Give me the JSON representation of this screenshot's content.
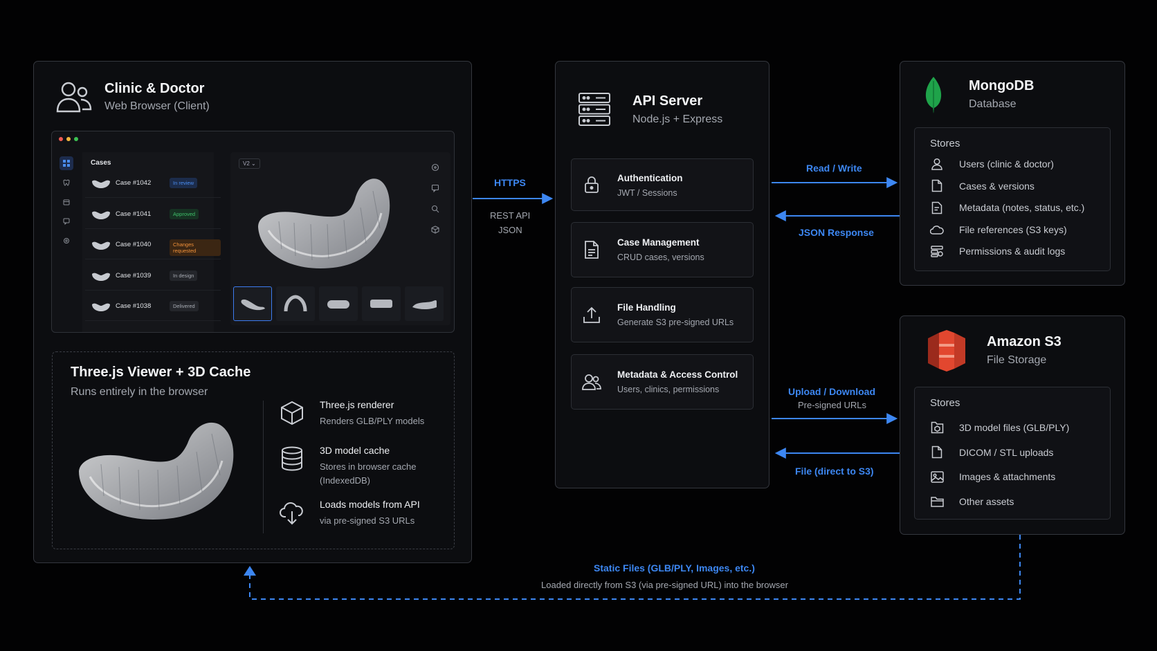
{
  "client": {
    "title": "Clinic & Doctor",
    "subtitle": "Web Browser (Client)",
    "app": {
      "cases_header": "Cases",
      "version": "V2 ⌄",
      "cases": [
        {
          "name": "Case #1042",
          "status": "In review",
          "color": "#4a8df0",
          "bg": "#1c2c4b"
        },
        {
          "name": "Case #1041",
          "status": "Approved",
          "color": "#3fbf6a",
          "bg": "#163222"
        },
        {
          "name": "Case #1040",
          "status": "Changes requested",
          "color": "#f0913a",
          "bg": "#3b2613"
        },
        {
          "name": "Case #1039",
          "status": "In design",
          "color": "#a8acb4",
          "bg": "#24262b"
        },
        {
          "name": "Case #1038",
          "status": "Delivered",
          "color": "#a8acb4",
          "bg": "#24262b"
        }
      ]
    },
    "viewer": {
      "title": "Three.js Viewer + 3D Cache",
      "subtitle": "Runs entirely in the browser",
      "features": [
        {
          "title": "Three.js renderer",
          "desc": "Renders GLB/PLY models",
          "icon": "cube-icon"
        },
        {
          "title": "3D model cache",
          "desc": "Stores in browser cache (IndexedDB)",
          "icon": "database-icon"
        },
        {
          "title": "Loads models from API",
          "desc": "via pre-signed S3 URLs",
          "icon": "cloud-download-icon"
        }
      ]
    }
  },
  "api": {
    "title": "API Server",
    "subtitle": "Node.js + Express",
    "services": [
      {
        "title": "Authentication",
        "desc": "JWT / Sessions",
        "icon": "lock-icon"
      },
      {
        "title": "Case Management",
        "desc": "CRUD cases, versions",
        "icon": "document-icon"
      },
      {
        "title": "File Handling",
        "desc": "Generate S3 pre-signed URLs",
        "icon": "upload-icon"
      },
      {
        "title": "Metadata & Access Control",
        "desc": "Users, clinics, permissions",
        "icon": "users-icon"
      }
    ]
  },
  "mongodb": {
    "title": "MongoDB",
    "subtitle": "Database",
    "stores_label": "Stores",
    "items": [
      "Users (clinic & doctor)",
      "Cases & versions",
      "Metadata (notes, status, etc.)",
      "File references (S3 keys)",
      "Permissions & audit logs"
    ],
    "brand_color": "#1fa34a"
  },
  "s3": {
    "title": "Amazon S3",
    "subtitle": "File Storage",
    "stores_label": "Stores",
    "items": [
      "3D model files (GLB/PLY)",
      "DICOM / STL uploads",
      "Images & attachments",
      "Other assets"
    ],
    "brand_color": "#e2472f"
  },
  "connections": {
    "https": "HTTPS",
    "rest": "REST API",
    "json": "JSON",
    "read_write": "Read / Write",
    "json_response": "JSON Response",
    "upload_download": "Upload / Download",
    "presigned": "Pre-signed URLs",
    "file_direct": "File (direct to S3)",
    "static_files": "Static Files (GLB/PLY, Images, etc.)",
    "static_desc": "Loaded directly from S3 (via pre-signed URL) into the browser",
    "accent": "#3d87f2"
  }
}
